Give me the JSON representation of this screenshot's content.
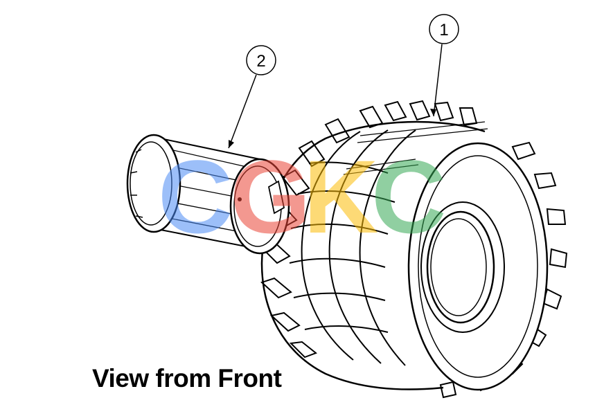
{
  "caption": "View from Front",
  "callouts": [
    {
      "id": "1",
      "label": "1"
    },
    {
      "id": "2",
      "label": "2"
    }
  ],
  "watermark": {
    "letters": [
      "C",
      "G",
      "K",
      "C"
    ],
    "colors": [
      "#4a8af4",
      "#ea4335",
      "#fbbc05",
      "#34a853"
    ],
    "opacity": 0.55
  },
  "colors": {
    "line": "#000000",
    "background": "#ffffff"
  }
}
